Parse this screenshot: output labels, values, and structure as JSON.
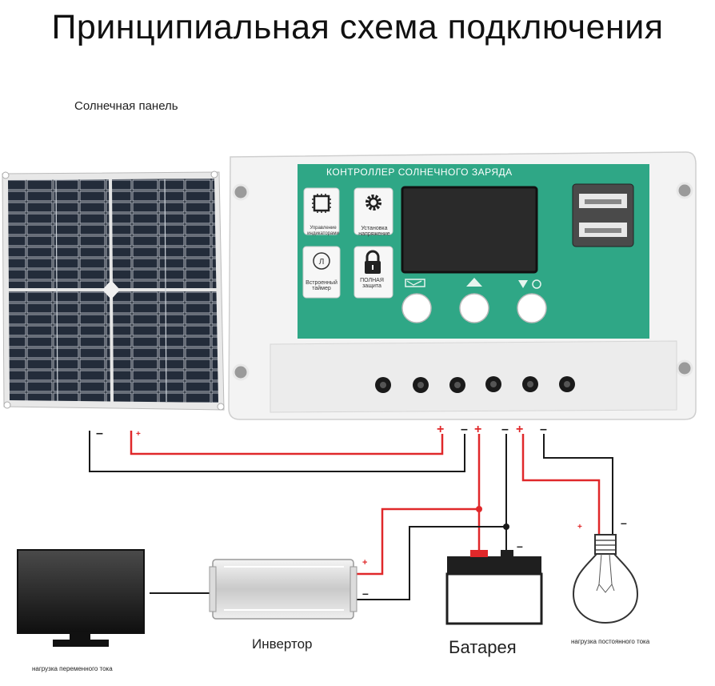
{
  "title": "Принципиальная схема подключения",
  "labels": {
    "solar_panel": "Солнечная панель",
    "inverter": "Инвертор",
    "battery": "Батарея",
    "dc_load": "нагрузка постоянного тока",
    "ac_load": "нагрузка переменного тока"
  },
  "controller": {
    "title": "КОНТРОЛЛЕР СОЛНЕЧНОГО ЗАРЯДА",
    "icon_labels": {
      "setup": "Управление индикаторами",
      "voltage": "Установка напряжение",
      "timer": "Встроенный таймер",
      "protection": "ПОЛНАЯ защита"
    },
    "timer_glyph": "Л"
  },
  "colors": {
    "accent_green": "#2fa786",
    "wire_red": "#e0282a",
    "wire_black": "#1a1a1a",
    "housing": "#f2f2f2"
  }
}
